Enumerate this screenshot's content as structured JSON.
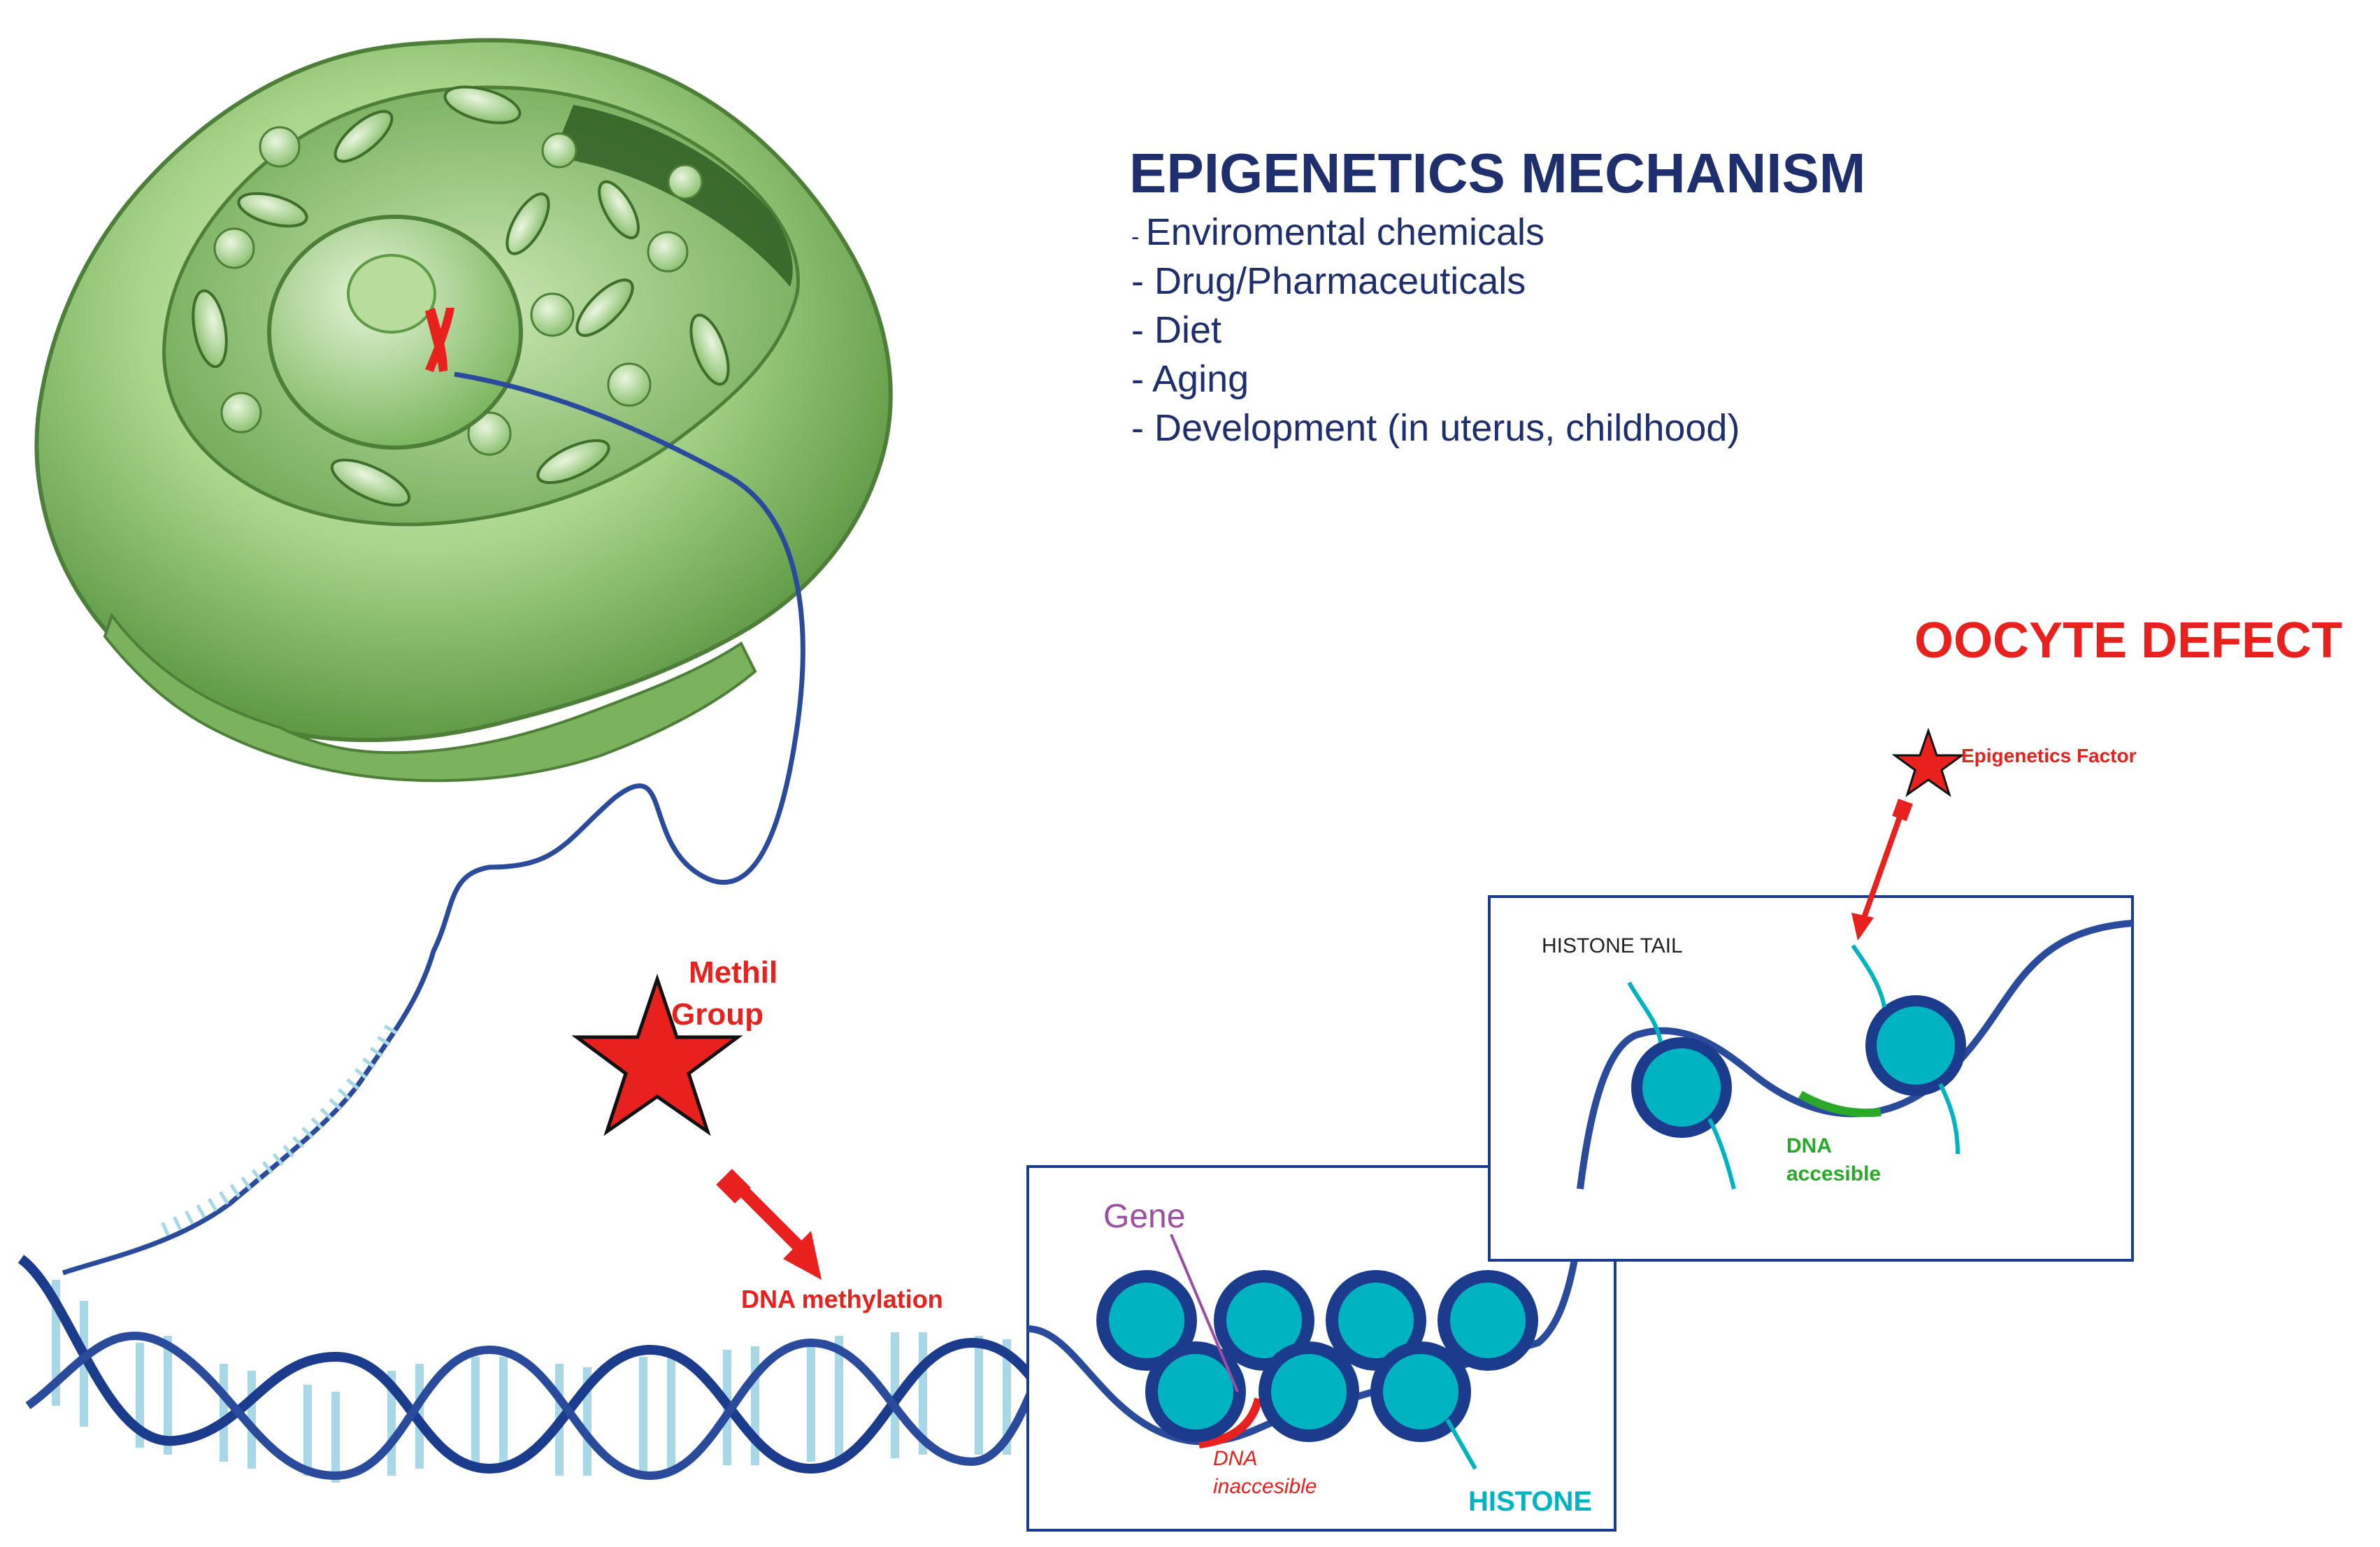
{
  "heading": {
    "title": "EPIGENETICS MECHANISM",
    "items": [
      "Enviromental chemicals",
      "Drug/Pharmaceuticals",
      "Diet",
      "Aging",
      "Development (in uterus, childhood)"
    ]
  },
  "labels": {
    "oocyte_defect": "OOCYTE DEFECT",
    "epigenetics_factor": "Epigenetics Factor",
    "methil_group_line1": "Methil",
    "methil_group_line2": "Group",
    "dna_methylation": "DNA methylation",
    "gene": "Gene",
    "dna_inaccesible_line1": "DNA",
    "dna_inaccesible_line2": "inaccesible",
    "histone": "HISTONE",
    "histone_tail": "HISTONE TAIL",
    "dna_accesible_line1": "DNA",
    "dna_accesible_line2": "accesible"
  },
  "colors": {
    "title_navy": "#1f2f6e",
    "red": "#e8211e",
    "histone_cyan": "#00b3c1",
    "histone_ring": "#1b3b8c",
    "dna_blue": "#2a4a9c",
    "dna_rung": "#a8d8e6",
    "cell_green": "#9ccc7c",
    "gene_purple": "#9b4fa0",
    "accessible_green": "#2aa82a"
  }
}
